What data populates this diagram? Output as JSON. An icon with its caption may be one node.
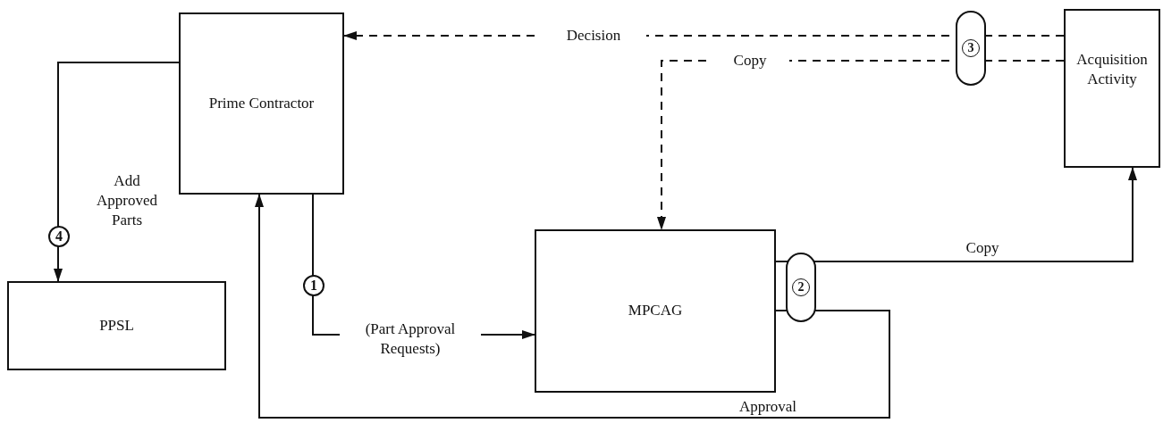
{
  "diagram": {
    "nodes": [
      {
        "text": [
          "Prime Contractor"
        ]
      },
      {
        "text": [
          "PPSL"
        ]
      },
      {
        "text": [
          "MPCAG"
        ]
      },
      {
        "text": [
          "Acquisition Activity"
        ]
      }
    ],
    "edges": [
      {
        "from": 3,
        "to": 0,
        "arrow": "to",
        "label": "Decision",
        "style": "dashed"
      },
      {
        "from": 3,
        "to": 2,
        "arrow": "to",
        "label": "Copy",
        "style": "dashed"
      },
      {
        "from": 0,
        "to": 1,
        "arrow": "to",
        "label": "Add Approved Parts"
      },
      {
        "from": 0,
        "to": 2,
        "arrow": "to",
        "label": "(Part Approval Requests)"
      },
      {
        "from": 2,
        "to": 3,
        "arrow": "to",
        "label": "Copy"
      },
      {
        "from": 2,
        "to": 0,
        "arrow": "to",
        "label": "Approval"
      }
    ],
    "labels": [
      "3",
      "4",
      "1",
      "2"
    ]
  }
}
